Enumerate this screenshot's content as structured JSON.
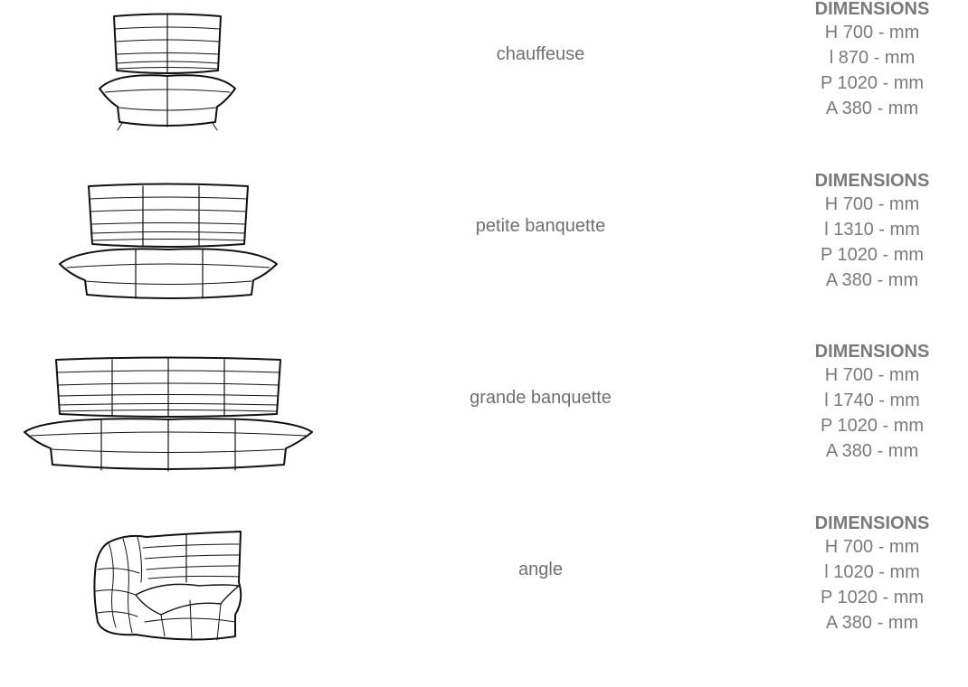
{
  "products": [
    {
      "name": "chauffeuse",
      "dimensions_heading": "DIMENSIONS",
      "lines": [
        "H 700 - mm",
        "l 870 - mm",
        "P 1020 - mm",
        "A 380 - mm"
      ]
    },
    {
      "name": "petite banquette",
      "dimensions_heading": "DIMENSIONS",
      "lines": [
        "H 700 - mm",
        "l 1310 - mm",
        "P 1020 - mm",
        "A 380 - mm"
      ]
    },
    {
      "name": "grande banquette",
      "dimensions_heading": "DIMENSIONS",
      "lines": [
        "H 700 - mm",
        "l 1740 - mm",
        "P 1020 - mm",
        "A 380 - mm"
      ]
    },
    {
      "name": "angle",
      "dimensions_heading": "DIMENSIONS",
      "lines": [
        "H 700 - mm",
        "l 1020 - mm",
        "P 1020 - mm",
        "A 380 - mm"
      ]
    }
  ],
  "illustrations": [
    "sofa-chauffeuse-drawing",
    "sofa-petite-banquette-drawing",
    "sofa-grande-banquette-drawing",
    "sofa-angle-drawing"
  ]
}
